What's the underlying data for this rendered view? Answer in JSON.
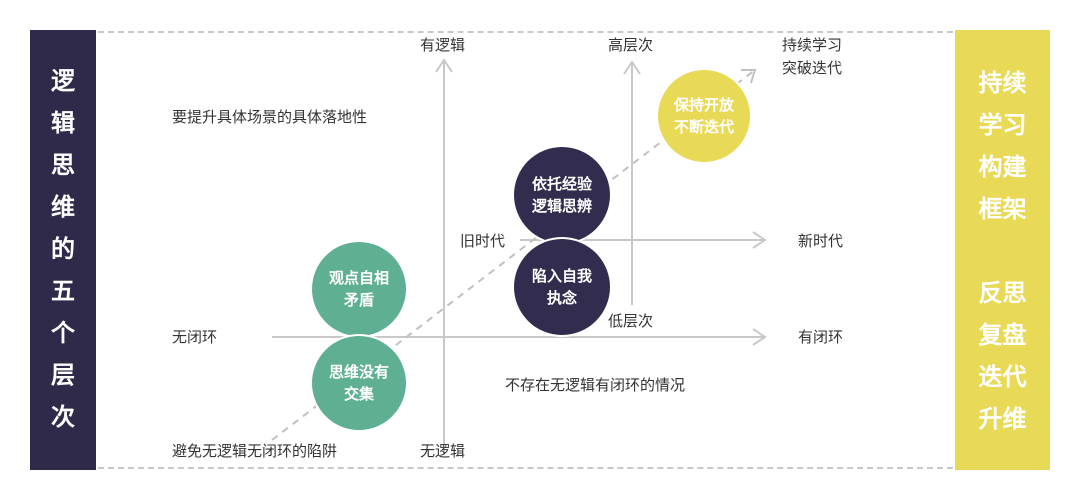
{
  "left_banner": {
    "chars": [
      "逻",
      "辑",
      "思",
      "维",
      "的",
      "五",
      "个",
      "层",
      "次"
    ],
    "bg": "#2f2a4a"
  },
  "right_banner": {
    "block1": [
      "持续",
      "学习",
      "构建",
      "框架"
    ],
    "block2": [
      "反思",
      "复盘",
      "迭代",
      "升维"
    ],
    "bg": "#e8d956"
  },
  "axes": {
    "top1": "有逻辑",
    "bottom1": "无逻辑",
    "left1": "无闭环",
    "right1": "有闭环",
    "top2": "高层次",
    "bottom2": "低层次",
    "left2": "旧时代",
    "right2": "新时代",
    "arrow_end_line1": "持续学习",
    "arrow_end_line2": "突破迭代"
  },
  "notes": {
    "top_left": "要提升具体场景的具体落地性",
    "bottom_left": "避免无逻辑无闭环的陷阱",
    "bottom_center": "不存在无逻辑有闭环的情况"
  },
  "circles": {
    "guandian": {
      "line1": "观点自相",
      "line2": "矛盾",
      "color": "#5faf92"
    },
    "siwei": {
      "line1": "思维没有",
      "line2": "交集",
      "color": "#5faf92"
    },
    "yituo": {
      "line1": "依托经验",
      "line2": "逻辑思辨",
      "color": "#322c4e"
    },
    "xianru": {
      "line1": "陷入自我",
      "line2": "执念",
      "color": "#322c4e"
    },
    "baochi": {
      "line1": "保持开放",
      "line2": "不断迭代",
      "color": "#e8d956"
    }
  }
}
